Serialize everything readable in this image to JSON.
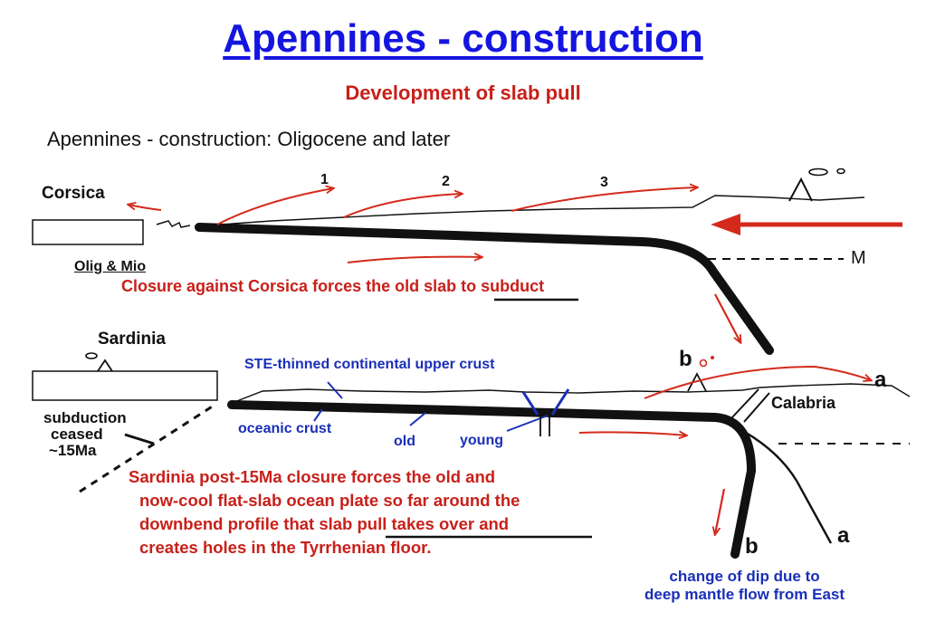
{
  "title": "Apennines - construction",
  "subtitle": "Development of slab pull",
  "figure_title": "Apennines - construction: Oligocene and later",
  "top_panel": {
    "corsica": "Corsica",
    "age": "Olig & Mio",
    "step_1": "1",
    "step_2": "2",
    "step_3": "3",
    "marker_m": "M",
    "caption_before": "Closure against Corsica forces the ",
    "caption_emph": "old slab",
    "caption_after": " to subduct"
  },
  "bottom_panel": {
    "sardinia": "Sardinia",
    "subduction_ceased_1": "subduction",
    "subduction_ceased_2": "ceased",
    "subduction_ceased_3": "~15Ma",
    "ste_crust": "STE-thinned continental upper crust",
    "oceanic_crust": "oceanic crust",
    "old": "old",
    "young": "young",
    "label_b_top": "b",
    "label_a_top": "a",
    "calabria": "Calabria",
    "label_b_bottom": "b",
    "label_a_bottom": "a",
    "caption_line1": "Sardinia post-15Ma closure forces the old and",
    "caption_line2": "now-cool flat-slab ocean plate so far around the",
    "caption_line3_before": "downbend profile that ",
    "caption_line3_emph": "slab pull takes over",
    "caption_line3_after": " and",
    "caption_line4": "creates holes in the Tyrrhenian floor.",
    "dip_note_1": "change of dip due to",
    "dip_note_2": "deep mantle flow from East"
  },
  "colors": {
    "title_blue": "#1515e0",
    "caption_red": "#c8201a",
    "label_blue": "#1a2fb8",
    "arrow_red": "#d42a1c"
  }
}
